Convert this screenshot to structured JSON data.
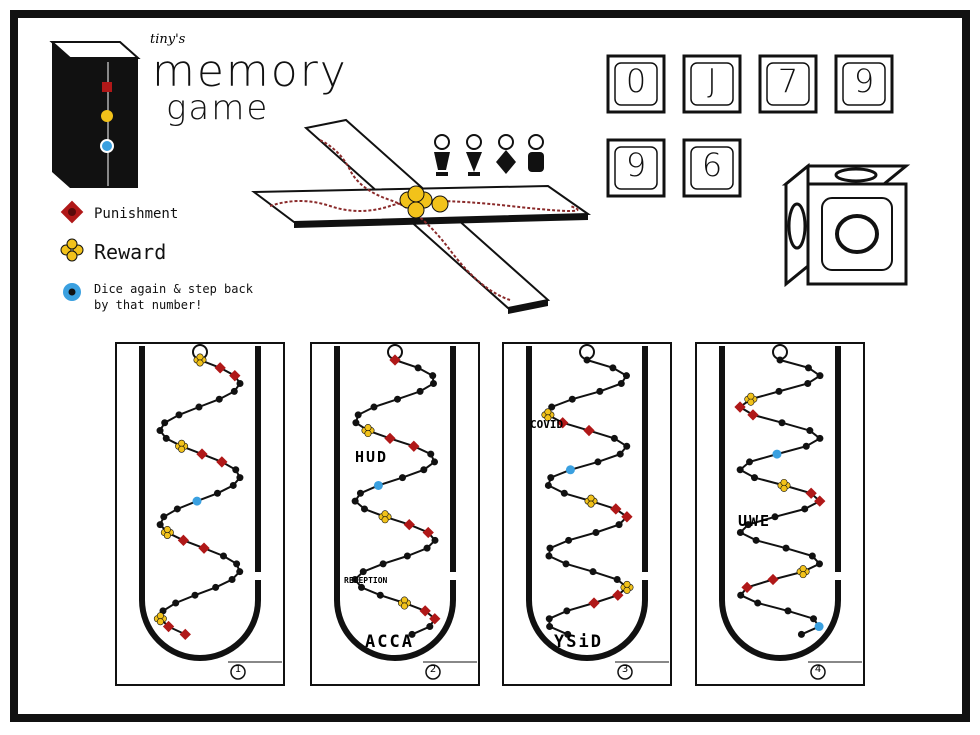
{
  "title": {
    "prefix": "tiny's",
    "line1": "memory",
    "line2": "game"
  },
  "legend": [
    {
      "label": "Punishment",
      "icon": "punishment-token-icon",
      "color": "#b01818"
    },
    {
      "label": "Reward",
      "icon": "reward-flower-icon",
      "color": "#f2c21a"
    },
    {
      "label": "Dice again & step back",
      "label2": "by that number!",
      "icon": "dice-again-token-icon",
      "color": "#3aa0e0"
    }
  ],
  "cards": [
    "0",
    "J",
    "7",
    "9",
    "9",
    "6"
  ],
  "boards": [
    {
      "number": "1",
      "label": ""
    },
    {
      "number": "2",
      "label": "HUD",
      "label_bottom": "ACCA",
      "extra": "RECEPTION"
    },
    {
      "number": "3",
      "label": "COVID",
      "label_bottom": "YSiD"
    },
    {
      "number": "4",
      "label": "UWE"
    }
  ],
  "colors": {
    "frame": "#111111",
    "board_line": "#111111",
    "punishment": "#b01818",
    "reward": "#f2c21a",
    "dice_again": "#3aa0e0"
  }
}
